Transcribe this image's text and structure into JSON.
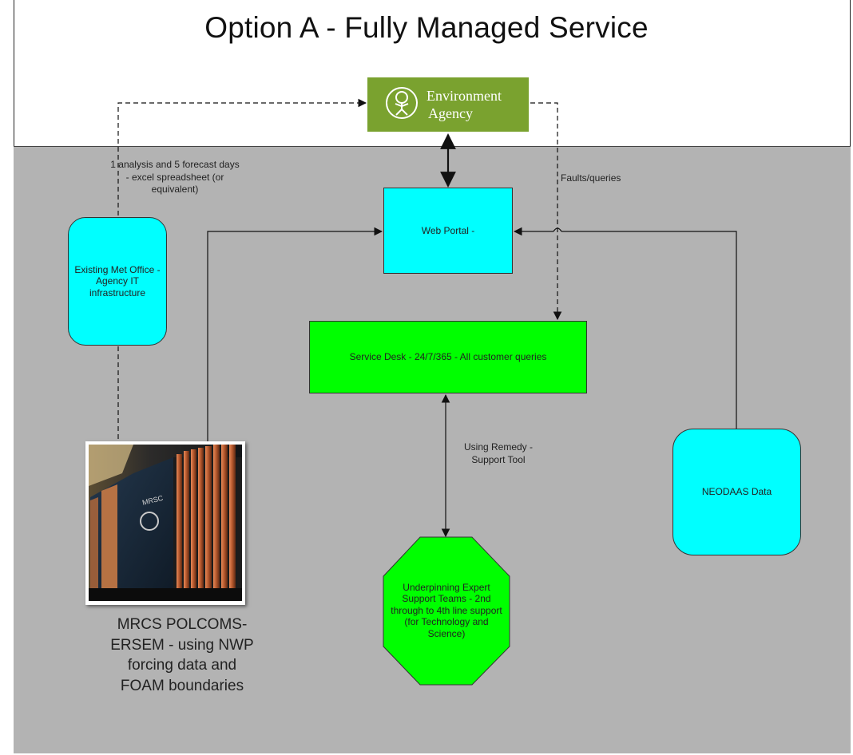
{
  "title": "Option A - Fully Managed Service",
  "logo": {
    "line1": "Environment",
    "line2": "Agency",
    "icon": "tree-figure-icon"
  },
  "nodes": {
    "web_portal": "Web Portal -",
    "service_desk": "Service Desk - 24/7/365 - All customer queries",
    "met_office": "Existing Met Office - Agency IT infrastructure",
    "neodaas": "NEODAAS Data",
    "expert_support": "Underpinning Expert Support Teams - 2nd through to 4th line support (for Technology and Science)"
  },
  "edge_labels": {
    "spreadsheet": "1 analysis and 5 forecast days - excel spreadsheet (or equivalent)",
    "faults": "Faults/queries",
    "remedy": "Using Remedy - Support Tool"
  },
  "photo": {
    "description_icon": "supercomputer-photo",
    "caption": "MRCS POLCOMS-ERSEM - using NWP forcing data and FOAM boundaries"
  },
  "colors": {
    "cyan": "#00ffff",
    "green": "#00ff00",
    "logo_green": "#7aa22f",
    "background_grey": "#b3b3b3"
  }
}
